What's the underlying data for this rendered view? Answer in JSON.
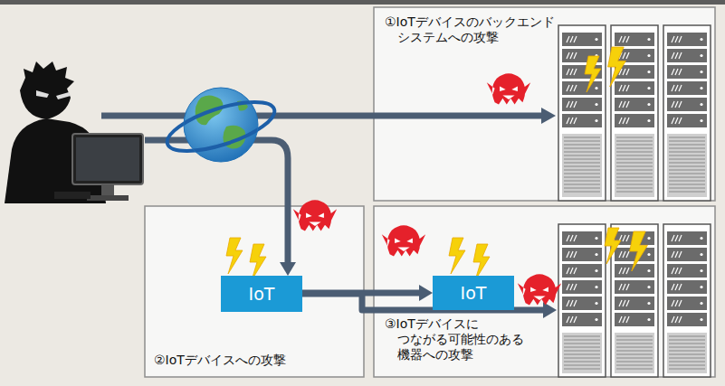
{
  "diagram": {
    "nodes": [
      {
        "text": [
          "①IoTデバイスのバックエンド システムへの攻撃"
        ]
      },
      {
        "text": [
          "②IoTデバイスへの攻撃"
        ]
      },
      {
        "text": [
          "IoT"
        ],
        "in": 1
      },
      {
        "text": [
          "③IoTデバイスに つながる可能性のある 機器への攻撃"
        ]
      },
      {
        "text": [
          "IoT"
        ],
        "in": 3
      }
    ],
    "edges": [
      {
        "from": 2,
        "to": 4,
        "arrow": "to"
      },
      {
        "from": 2,
        "to": 3,
        "arrow": "to"
      }
    ]
  }
}
